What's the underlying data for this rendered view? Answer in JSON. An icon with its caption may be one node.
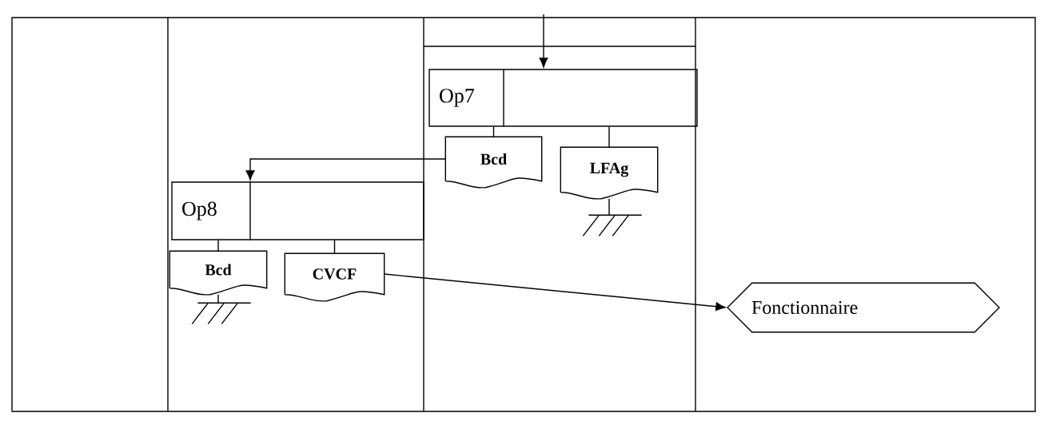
{
  "diagram": {
    "nodes": [
      {
        "text": [
          "Op7"
        ]
      },
      {
        "text": [
          "Bcd"
        ]
      },
      {
        "text": [
          "LFAg"
        ]
      },
      {
        "text": [],
        "shape": "picture"
      },
      {
        "text": [
          "Op8"
        ]
      },
      {
        "text": [
          "Bcd"
        ]
      },
      {
        "text": [
          "CVCF"
        ]
      },
      {
        "text": [],
        "shape": "picture"
      },
      {
        "text": [
          "Fonctionnaire"
        ]
      }
    ],
    "edges": [
      {
        "from": null,
        "to": 0,
        "arrow": "to"
      },
      {
        "from": 0,
        "to": 1,
        "arrow": "none"
      },
      {
        "from": 0,
        "to": 2,
        "arrow": "none"
      },
      {
        "from": 2,
        "to": 3,
        "arrow": "none"
      },
      {
        "from": 1,
        "to": 4,
        "arrow": "to"
      },
      {
        "from": 4,
        "to": 5,
        "arrow": "none"
      },
      {
        "from": 4,
        "to": 6,
        "arrow": "none"
      },
      {
        "from": 5,
        "to": 7,
        "arrow": "none"
      },
      {
        "from": 6,
        "to": 8,
        "arrow": "to"
      }
    ]
  }
}
